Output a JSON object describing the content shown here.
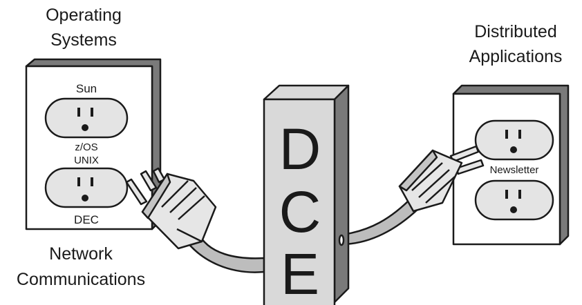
{
  "labels": {
    "operating_systems_1": "Operating",
    "operating_systems_2": "Systems",
    "distributed_1": "Distributed",
    "distributed_2": "Applications",
    "network_1": "Network",
    "network_2": "Communications"
  },
  "left_outlet": {
    "top_label": "Sun",
    "middle_label_1": "z/OS",
    "middle_label_2": "UNIX",
    "bottom_label": "DEC"
  },
  "right_outlet": {
    "middle_label": "Newsletter"
  },
  "dce_block": {
    "letters": [
      "D",
      "C",
      "E"
    ]
  },
  "colors": {
    "outline": "#1a1a1a",
    "shadow": "#7a7a7a",
    "receptacle_fill": "#e4e4e4",
    "plug_fill": "#e6e6e6",
    "cord_fill": "#bdbdbd",
    "block_fill": "#d9d9d9",
    "block_side": "#7a7a7a"
  }
}
